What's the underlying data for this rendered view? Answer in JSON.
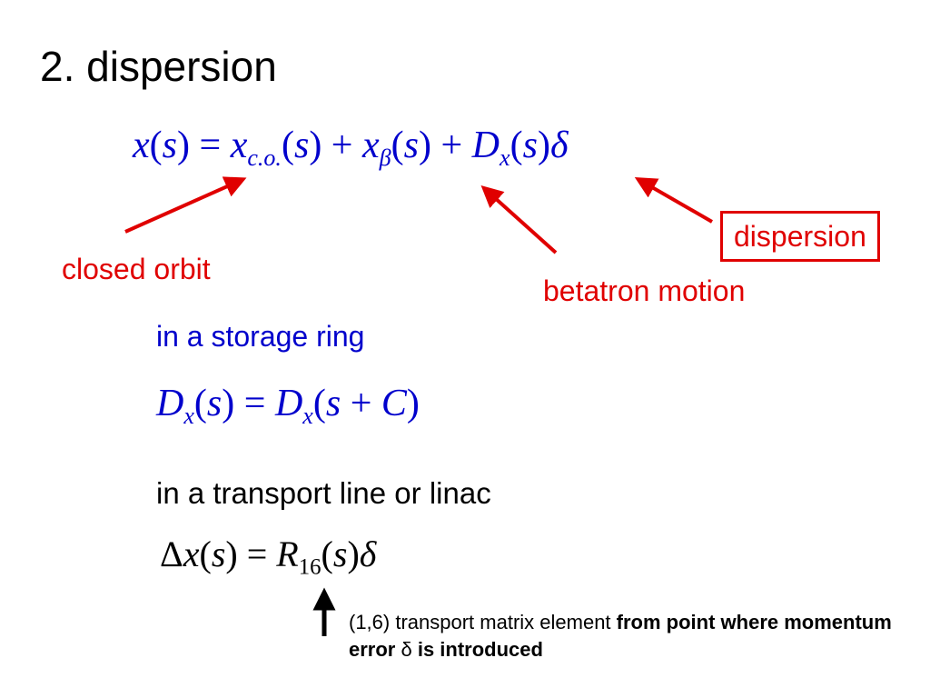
{
  "slide": {
    "title": "2. dispersion"
  },
  "equation1": {
    "parts": [
      "x",
      "(",
      "s",
      ") = ",
      "x",
      "c.o.",
      "(",
      "s",
      ") + ",
      "x",
      "β",
      "(",
      "s",
      ") + ",
      "D",
      "x",
      "(",
      "s",
      ")",
      "δ"
    ]
  },
  "labels": {
    "closed_orbit": "closed orbit",
    "betatron_motion": "betatron motion",
    "dispersion": "dispersion"
  },
  "storage_ring": {
    "heading": "in a storage ring",
    "parts": [
      "D",
      "x",
      "(",
      "s",
      ") = ",
      "D",
      "x",
      "(",
      "s",
      " + ",
      "C",
      ")"
    ]
  },
  "transport_line": {
    "heading": "in a transport line or linac",
    "parts": [
      "Δ",
      "x",
      "(",
      "s",
      ") = ",
      "R",
      "16",
      "(",
      "s",
      ")",
      "δ"
    ]
  },
  "note": {
    "plain": "(1,6) transport matrix element ",
    "bold1": "from point where momentum error ",
    "symbol": "δ",
    "bold2": " is introduced"
  },
  "colors": {
    "math_blue": "#0000cc",
    "label_red": "#e00000",
    "text_black": "#000000"
  }
}
